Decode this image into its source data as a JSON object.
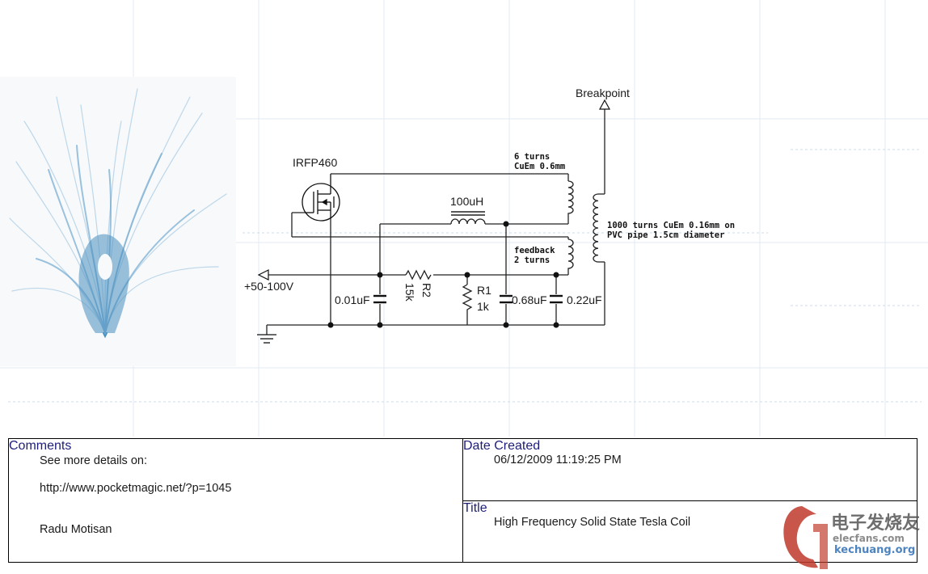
{
  "schematic": {
    "components": {
      "mosfet": "IRFP460",
      "breakpoint": "Breakpoint",
      "supply": "+50-100V",
      "inductor": "100uH",
      "resistor_r2": {
        "name": "R2",
        "value": "15k"
      },
      "resistor_r1": {
        "name": "R1",
        "value": "1k"
      },
      "cap1": "0.01uF",
      "cap2": "0.68uF",
      "cap3": "0.22uF"
    },
    "notes": {
      "primary_line1": "6 turns",
      "primary_line2": "CuEm 0.6mm",
      "secondary_line1": "1000 turns CuEm 0.16mm on",
      "secondary_line2": "PVC pipe 1.5cm diameter",
      "feedback_line1": "feedback",
      "feedback_line2": "2 turns"
    },
    "icons": [
      "tesla-discharge-image",
      "mosfet-symbol",
      "ground-symbol",
      "arrow-icon"
    ]
  },
  "title_block": {
    "comments_label": "Comments",
    "comments_line1": "See more details on:",
    "comments_line2": "http://www.pocketmagic.net/?p=1045",
    "comments_line3": "Radu Motisan",
    "date_label": "Date Created",
    "date_value": "06/12/2009 11:19:25 PM",
    "title_label": "Title",
    "title_value": "High Frequency Solid State Tesla Coil"
  },
  "watermark": {
    "line1": "电子发烧友",
    "line2": "elecfans.com",
    "site": "kechuang.org"
  },
  "colors": {
    "ink": "#1a1a1a",
    "label_blue": "#1e1e7a",
    "discharge_blue": "#4a90c0",
    "grid_line": "#dbe6ef",
    "watermark_red": "#c0392b"
  }
}
